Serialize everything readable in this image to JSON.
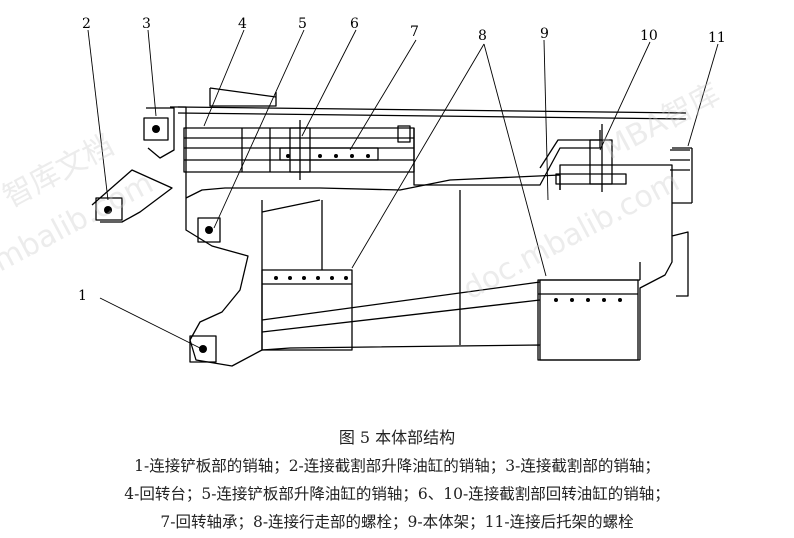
{
  "figure": {
    "title": "图 5 本体部结构",
    "legend_lines": [
      "1-连接铲板部的销轴；2-连接截割部升降油缸的销轴；3-连接截割部的销轴；",
      "4-回转台；5-连接铲板部升降油缸的销轴；6、10-连接截割部回转油缸的销轴；",
      "7-回转轴承；8-连接行走部的螺栓；9-本体架；11-连接后托架的螺栓"
    ],
    "callouts": [
      "1",
      "2",
      "3",
      "4",
      "5",
      "6",
      "7",
      "8",
      "9",
      "10",
      "11"
    ]
  },
  "watermark": {
    "texts": [
      "mbalib.com",
      "doc.mbalib.com",
      "智库文档",
      "MBA智库"
    ]
  },
  "colors": {
    "line": "#000000",
    "text": "#222222",
    "background": "#ffffff"
  }
}
